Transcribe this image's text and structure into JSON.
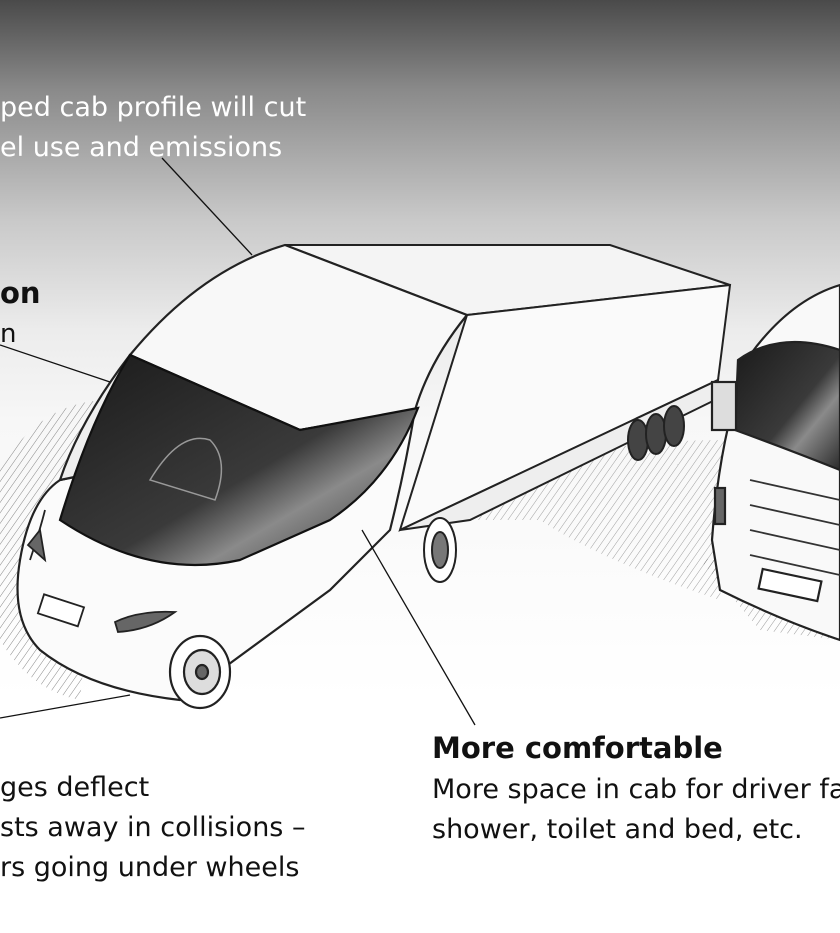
{
  "captions": {
    "top": {
      "line1": "ped cab profile will cut",
      "line2": "el use and emissions"
    },
    "left": {
      "heading": "on",
      "sub": "n"
    },
    "bottom_left": {
      "line1": "ges deflect",
      "line2": "sts away in collisions –",
      "line3": "rs going under wheels"
    },
    "right": {
      "heading": "More comfortable",
      "line1": "More space in cab for driver fa",
      "line2": "shower, toilet and bed, etc."
    }
  }
}
